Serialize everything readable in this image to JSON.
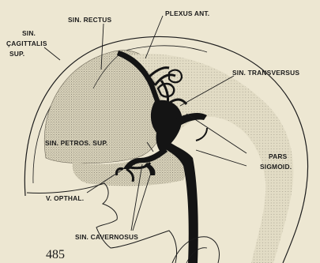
{
  "figure": {
    "labels": {
      "sin_rectus": "SIN. RECTUS",
      "plexus_ant": "PLEXUS ANT.",
      "sin_sagittalis_1": "SIN.",
      "sin_sagittalis_2": "ÇAGITTALIS",
      "sin_sagittalis_3": "SUP.",
      "sin_transversus": "SIN. TRANSVERSUS",
      "sin_petros_sup": "SIN. PETROS. SUP.",
      "pars_sigmoid_1": "PARS",
      "pars_sigmoid_2": "SIGMOID.",
      "v_opthal": "V. OPTHAL.",
      "sin_cavernosus": "SIN. CAVERNOSUS"
    },
    "page_number": "485",
    "colors": {
      "paper": "#ede7d2",
      "ink": "#1b1b1b",
      "stipple": "#8a846f",
      "shade": "#d4cdb3"
    }
  }
}
